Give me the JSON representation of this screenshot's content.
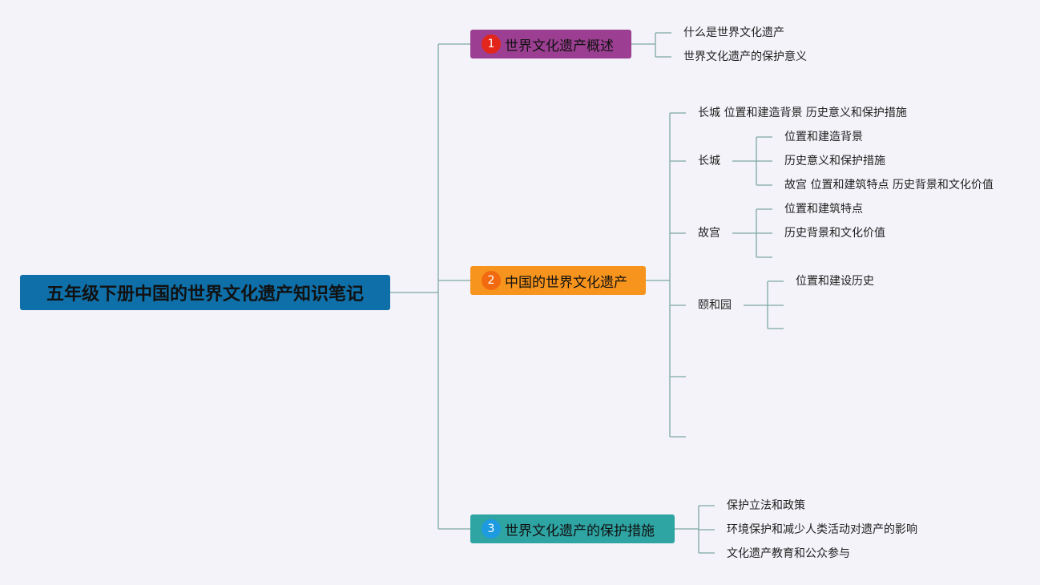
{
  "root": {
    "title": "五年级下册中国的世界文化遗产知识笔记"
  },
  "branches": [
    {
      "number": "1",
      "label": "世界文化遗产概述",
      "color": "#9c3f92",
      "children": [
        "什么是世界文化遗产",
        "世界文化遗产的保护意义"
      ]
    },
    {
      "number": "2",
      "label": "中国的世界文化遗产",
      "color": "#f7941d",
      "children": [
        {
          "label": "长城 位置和建造背景 历史意义和保护措施"
        },
        {
          "label": "长城",
          "children": [
            "位置和建造背景",
            "历史意义和保护措施",
            "故宫 位置和建筑特点 历史背景和文化价值"
          ]
        },
        {
          "label": "故宫",
          "children": [
            "位置和建筑特点",
            "历史背景和文化价值",
            ""
          ]
        },
        {
          "label": "颐和园",
          "children": [
            "位置和建设历史",
            "",
            ""
          ]
        },
        {
          "label": ""
        },
        {
          "label": ""
        }
      ]
    },
    {
      "number": "3",
      "label": "世界文化遗产的保护措施",
      "color": "#2ea4a3",
      "children": [
        "保护立法和政策",
        "环境保护和减少人类活动对遗产的影响",
        "文化遗产教育和公众参与"
      ]
    }
  ],
  "colors": {
    "line": "#7fa8a3",
    "root": "#0f6fa8",
    "background": "#f3f3f9"
  }
}
